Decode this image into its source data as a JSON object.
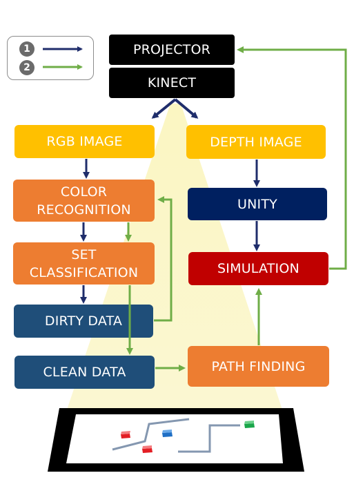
{
  "legend": {
    "items": [
      {
        "number": "1",
        "color": "#1f2d6b"
      },
      {
        "number": "2",
        "color": "#6fad47"
      }
    ]
  },
  "nodes": {
    "projector": {
      "label": "PROJECTOR",
      "color": "#000000"
    },
    "kinect": {
      "label": "KINECT",
      "color": "#000000"
    },
    "rgb_image": {
      "label": "RGB IMAGE",
      "color": "#ffc000"
    },
    "depth_image": {
      "label": "DEPTH IMAGE",
      "color": "#ffc000"
    },
    "color_recognition": {
      "label": "COLOR\nRECOGNITION",
      "color": "#ed7d31"
    },
    "set_classification": {
      "label": "SET\nCLASSIFICATION",
      "color": "#ed7d31"
    },
    "dirty_data": {
      "label": "DIRTY DATA",
      "color": "#1f4e79"
    },
    "clean_data": {
      "label": "CLEAN DATA",
      "color": "#1f4e79"
    },
    "unity": {
      "label": "UNITY",
      "color": "#002060"
    },
    "simulation": {
      "label": "SIMULATION",
      "color": "#c00000"
    },
    "path_finding": {
      "label": "PATH FINDING",
      "color": "#ed7d31"
    }
  },
  "colors": {
    "flow_1": "#1f2d6b",
    "flow_2": "#6fad47",
    "light_cone": "#fbf7c4",
    "table_frame": "#000000",
    "marker_red": "#e31e24",
    "marker_blue": "#1f6fc5",
    "marker_green": "#1aa64a",
    "maze_line": "#8497b0"
  }
}
